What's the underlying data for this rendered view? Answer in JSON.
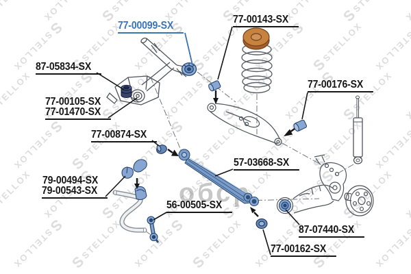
{
  "diagram": {
    "type": "parts-exploded-diagram",
    "highlight_color": "#3b73b9",
    "label_color": "#161616",
    "labels": [
      {
        "text": "77-00099-SX",
        "highlighted": true
      },
      {
        "text": "77-00143-SX",
        "highlighted": false
      },
      {
        "text": "87-05834-SX",
        "highlighted": false
      },
      {
        "text": "77-00105-SX",
        "highlighted": false
      },
      {
        "text": "77-01470-SX",
        "highlighted": false
      },
      {
        "text": "77-00176-SX",
        "highlighted": false
      },
      {
        "text": "77-00874-SX",
        "highlighted": false
      },
      {
        "text": "57-03668-SX",
        "highlighted": false
      },
      {
        "text": "79-00494-SX",
        "highlighted": false
      },
      {
        "text": "79-00543-SX",
        "highlighted": false
      },
      {
        "text": "56-00505-SX",
        "highlighted": false
      },
      {
        "text": "87-07440-SX",
        "highlighted": false
      },
      {
        "text": "77-00162-SX",
        "highlighted": false
      }
    ],
    "part_colors": {
      "bushing_blue": "#87a7d2",
      "bushing_blue_dark": "#30517c",
      "dark_bushing_navy": "#39456b",
      "spring_pad_orange": "#c8823f",
      "outline_gray": "#4e545c"
    }
  },
  "watermark": {
    "brand": "STELLOX",
    "logo_letter": "S",
    "overlay_text": "обср"
  }
}
